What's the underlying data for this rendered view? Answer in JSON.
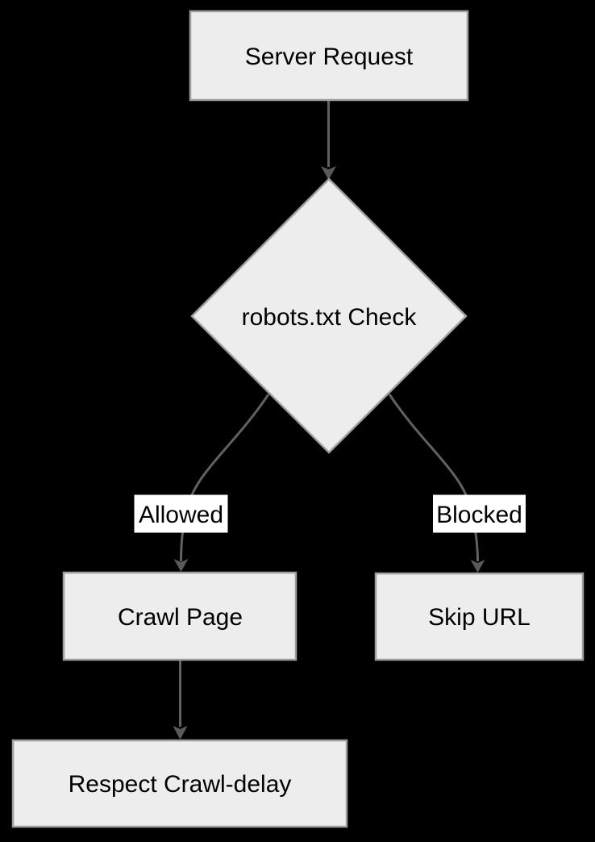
{
  "diagram": {
    "type": "flowchart",
    "direction": "top-down",
    "nodes": [
      {
        "id": "server_request",
        "label": "Server Request",
        "shape": "rectangle"
      },
      {
        "id": "robots_check",
        "label": "robots.txt Check",
        "shape": "diamond"
      },
      {
        "id": "crawl_page",
        "label": "Crawl Page",
        "shape": "rectangle"
      },
      {
        "id": "skip_url",
        "label": "Skip URL",
        "shape": "rectangle"
      },
      {
        "id": "respect_crawl_delay",
        "label": "Respect Crawl-delay",
        "shape": "rectangle"
      }
    ],
    "edges": [
      {
        "from": "server_request",
        "to": "robots_check",
        "label": ""
      },
      {
        "from": "robots_check",
        "to": "crawl_page",
        "label": "Allowed"
      },
      {
        "from": "robots_check",
        "to": "skip_url",
        "label": "Blocked"
      },
      {
        "from": "crawl_page",
        "to": "respect_crawl_delay",
        "label": ""
      }
    ]
  },
  "theme": {
    "background": "#000000",
    "node_fill": "#ededed",
    "node_stroke": "#9e9e9e",
    "edge_color": "#616161",
    "arrow_color": "#5a5a5a",
    "edge_label_background": "#ffffff",
    "text_color": "#000000"
  }
}
